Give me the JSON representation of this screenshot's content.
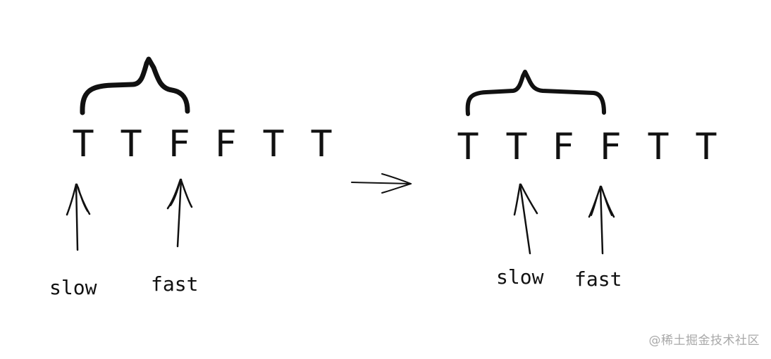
{
  "before": {
    "letters": [
      "T",
      "T",
      "F",
      "F",
      "T",
      "T"
    ],
    "slow_label": "slow",
    "fast_label": "fast"
  },
  "after": {
    "letters": [
      "T",
      "T",
      "F",
      "F",
      "T",
      "T"
    ],
    "slow_label": "slow",
    "fast_label": "fast"
  },
  "watermark": "@稀土掘金技术社区"
}
